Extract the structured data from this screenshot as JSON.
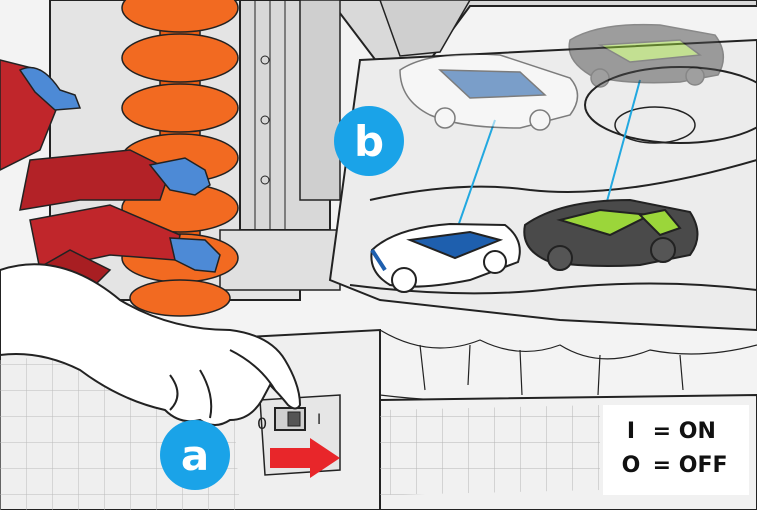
{
  "badges": {
    "a": "a",
    "b": "b"
  },
  "switch": {
    "off_mark": "0",
    "on_mark": "I"
  },
  "legend": {
    "on_symbol": "I",
    "on_text": "= ON",
    "off_symbol": "O",
    "off_text": "= OFF"
  },
  "colors": {
    "badge": "#1aa3e8",
    "arrow": "#e8262a",
    "auger": "#f26a21",
    "figure_body": "#c0262b",
    "figure_hands": "#4d8ad6",
    "guide_line": "#22a8e0",
    "white_car_accent": "#1e5fae",
    "green_car_accent": "#9bd63a",
    "green_car_body": "#4a4a4a"
  },
  "icons": {
    "arrow": "red-arrow-right-icon",
    "hand": "pointing-hand-icon",
    "switch": "power-switch-icon"
  }
}
